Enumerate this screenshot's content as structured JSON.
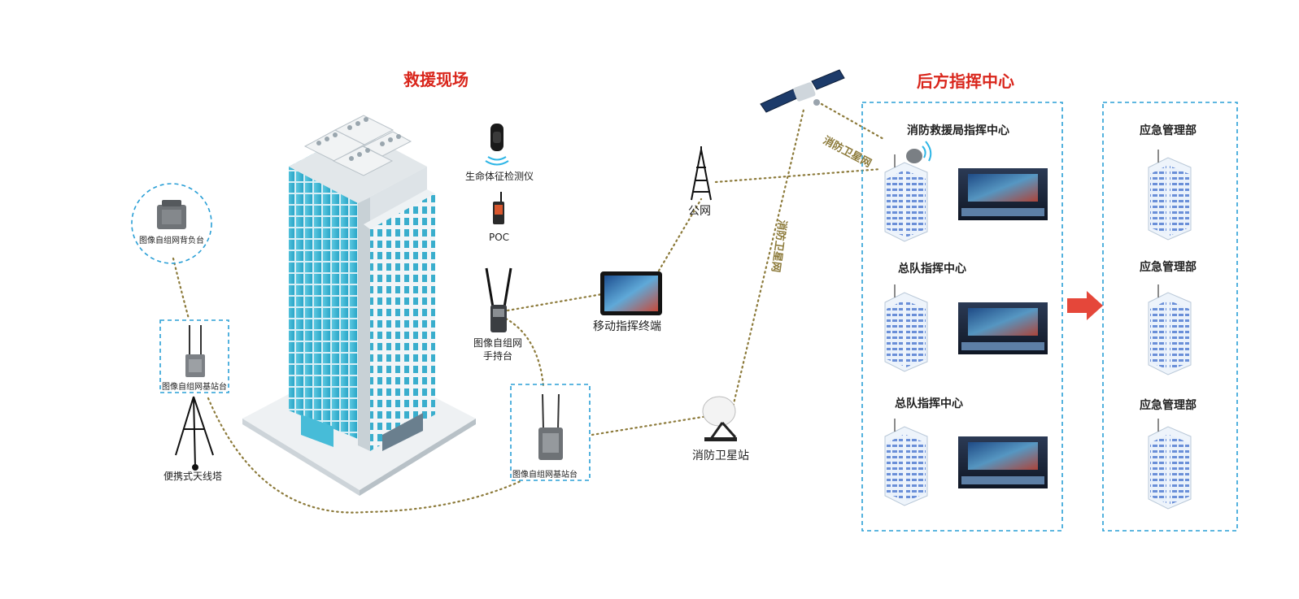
{
  "titles": {
    "rescue_site": "救援现场",
    "rear_command": "后方指挥中心"
  },
  "devices": {
    "backpack": "图像自组网背负台",
    "base_station_left": "图像自组网基站台",
    "antenna_tower": "便携式天线塔",
    "vital_sign": "生命体征检测仪",
    "poc": "POC",
    "handheld": "图像自组网\n手持台",
    "base_station_center": "图像自组网基站台",
    "mobile_terminal": "移动指挥终端",
    "public_network": "公网",
    "satellite_station": "消防卫星站"
  },
  "links": {
    "sat_net_upper": "消防卫星网",
    "sat_net_lower": "消防卫星网"
  },
  "command_centers": [
    "消防救援局指挥中心",
    "总队指挥中心",
    "总队指挥中心"
  ],
  "emergency_mgmt": [
    "应急管理部",
    "应急管理部",
    "应急管理部"
  ],
  "colors": {
    "title_red": "#d9261c",
    "dash_blue": "#2a9fd6",
    "link_olive": "#8c7a3a",
    "arrow_red": "#e5473a",
    "building_cyan": "#3fb8d6"
  }
}
